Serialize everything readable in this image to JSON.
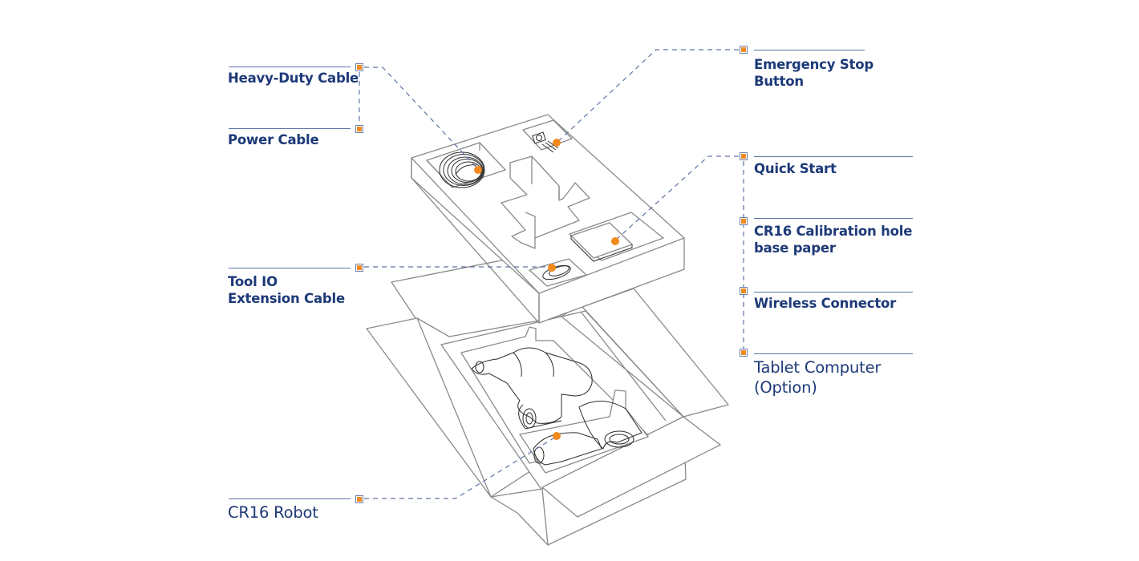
{
  "diagram": {
    "title": "CR16 packing contents",
    "accent_color": "#f28a1e",
    "label_color": "#1d3a78",
    "line_color": "#5d74a4",
    "callouts_left": [
      {
        "id": "heavy-duty-cable",
        "lines": [
          "Heavy-Duty Cable"
        ]
      },
      {
        "id": "power-cable",
        "lines": [
          "Power Cable"
        ]
      },
      {
        "id": "tool-io-extension-cable",
        "lines": [
          "Tool IO",
          "Extension Cable"
        ]
      },
      {
        "id": "cr16-robot",
        "lines": [
          "CR16 Robot"
        ]
      }
    ],
    "callouts_right": [
      {
        "id": "emergency-stop-button",
        "lines": [
          "Emergency Stop",
          "Button"
        ]
      },
      {
        "id": "quick-start",
        "lines": [
          "Quick Start"
        ]
      },
      {
        "id": "cr16-calibration-hole-base-paper",
        "lines": [
          "CR16 Calibration hole",
          "base paper"
        ]
      },
      {
        "id": "wireless-connector",
        "lines": [
          "Wireless Connector"
        ]
      },
      {
        "id": "tablet-computer",
        "lines": [
          "Tablet Computer",
          "(Option)"
        ]
      }
    ]
  }
}
